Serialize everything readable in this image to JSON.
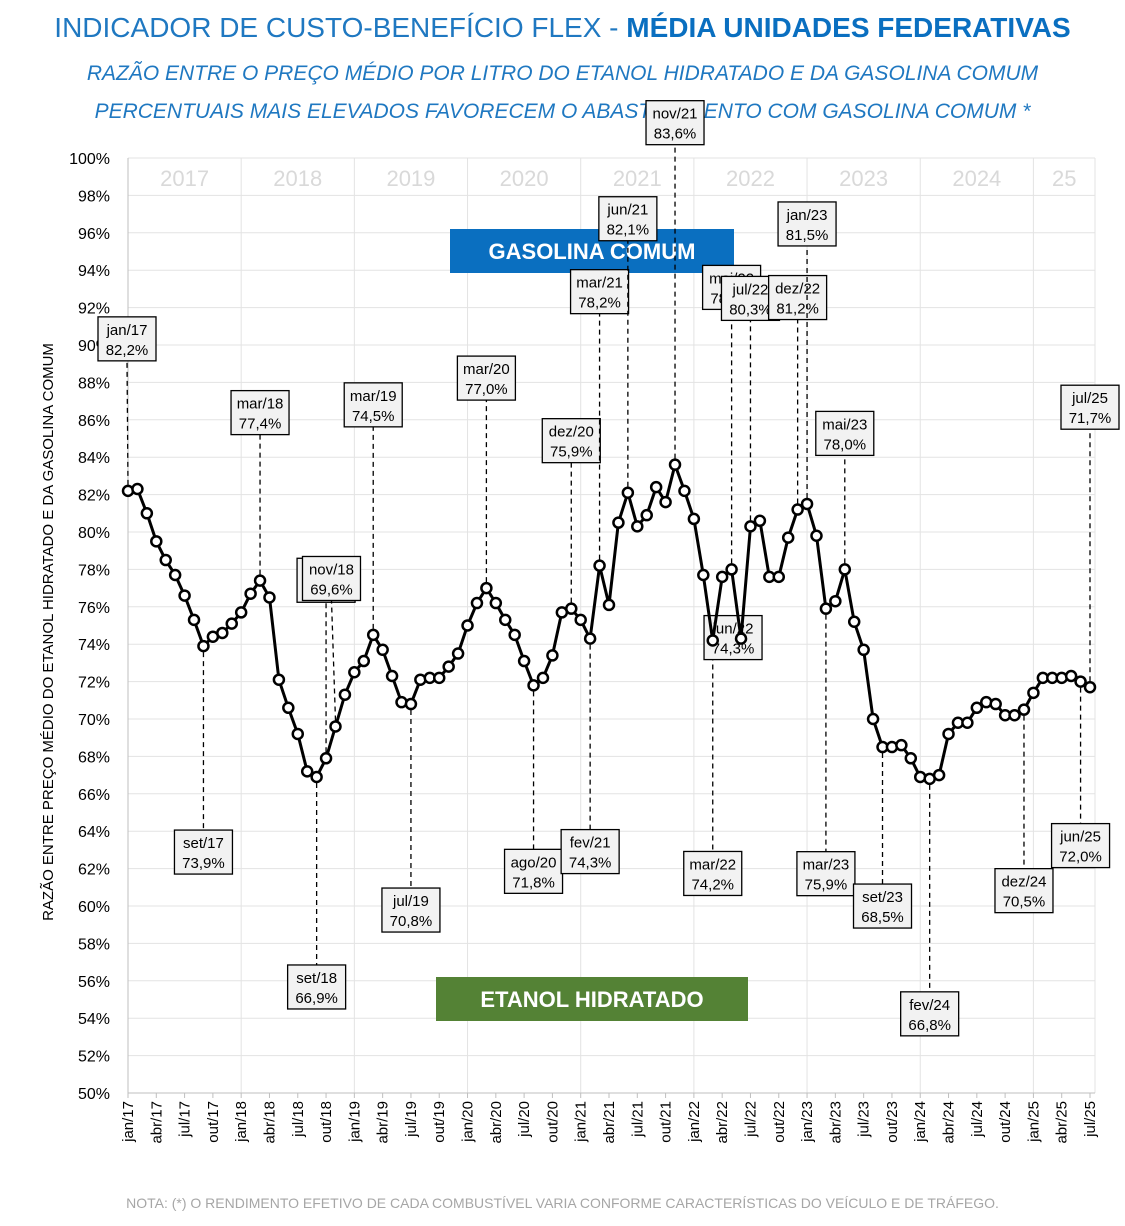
{
  "title_part1": "INDICADOR DE CUSTO-BENEFÍCIO FLEX - ",
  "title_part2": "MÉDIA UNIDADES FEDERATIVAS",
  "subtitle1": "RAZÃO ENTRE O PREÇO MÉDIO POR LITRO DO ETANOL HIDRATADO E DA GASOLINA COMUM",
  "subtitle2": "PERCENTUAIS MAIS ELEVADOS FAVORECEM O ABASTECIMENTO COM GASOLINA COMUM *",
  "note": "NOTA: (*) O RENDIMENTO EFETIVO DE CADA COMBUSTÍVEL VARIA CONFORME CARACTERÍSTICAS DO VEÍCULO E DE TRÁFEGO.",
  "colors": {
    "gasolina": "#0a6fc0",
    "etanol": "#548235",
    "line": "#000000",
    "title": "#1f78c1"
  },
  "chart_data": {
    "type": "line",
    "ylabel": "RAZÃO  ENTRE PREÇO MÉDIO DO ETANOL HIDRATADO E DA GASOLINA COMUM",
    "ylim": [
      50,
      100
    ],
    "ytick_step": 2,
    "year_labels": [
      "2017",
      "2018",
      "2019",
      "2020",
      "2021",
      "2022",
      "2023",
      "2024",
      "25"
    ],
    "zone_labels": {
      "top": "GASOLINA COMUM",
      "bottom": "ETANOL HIDRATADO"
    },
    "x_tick_labels": [
      "jan/17",
      "abr/17",
      "jul/17",
      "out/17",
      "jan/18",
      "abr/18",
      "jul/18",
      "out/18",
      "jan/19",
      "abr/19",
      "jul/19",
      "out/19",
      "jan/20",
      "abr/20",
      "jul/20",
      "out/20",
      "jan/21",
      "abr/21",
      "jul/21",
      "out/21",
      "jan/22",
      "abr/22",
      "jul/22",
      "out/22",
      "jan/23",
      "abr/23",
      "jul/23",
      "out/23",
      "jan/24",
      "abr/24",
      "jul/24",
      "out/24",
      "jan/25",
      "abr/25",
      "jul/25"
    ],
    "series": [
      {
        "values": [
          82.2,
          82.3,
          81.0,
          79.5,
          78.5,
          77.7,
          76.6,
          75.3,
          73.9,
          74.4,
          74.6,
          75.1,
          75.7,
          76.7,
          77.4,
          76.5,
          72.1,
          70.6,
          69.2,
          67.2,
          66.9,
          67.9,
          69.6,
          71.3,
          72.5,
          73.1,
          74.5,
          73.7,
          72.3,
          70.9,
          70.8,
          72.1,
          72.2,
          72.2,
          72.8,
          73.5,
          75.0,
          76.2,
          77.0,
          76.2,
          75.3,
          74.5,
          73.1,
          71.8,
          72.2,
          73.4,
          75.7,
          75.9,
          75.3,
          74.3,
          78.2,
          76.1,
          80.5,
          82.1,
          80.3,
          80.9,
          82.4,
          81.6,
          83.6,
          82.2,
          80.7,
          77.7,
          74.2,
          77.6,
          78.0,
          74.3,
          80.3,
          80.6,
          77.6,
          77.6,
          79.7,
          81.2,
          81.5,
          79.8,
          75.9,
          76.3,
          78.0,
          75.2,
          73.7,
          70.0,
          68.5,
          68.5,
          68.6,
          67.9,
          66.9,
          66.8,
          67.0,
          69.2,
          69.8,
          69.8,
          70.6,
          70.9,
          70.8,
          70.2,
          70.2,
          70.5,
          71.4,
          72.2,
          72.2,
          72.2,
          72.3,
          72.0,
          71.7
        ]
      }
    ],
    "annotations": [
      {
        "label": "jan/17",
        "value": "82,2%",
        "idx": 0
      },
      {
        "label": "set/17",
        "value": "73,9%",
        "idx": 8
      },
      {
        "label": "mar/18",
        "value": "77,4%",
        "idx": 14
      },
      {
        "label": "set/18",
        "value": "66,9%",
        "idx": 20
      },
      {
        "label": "out/18",
        "value": "67,9%",
        "idx": 21
      },
      {
        "label": "nov/18",
        "value": "69,6%",
        "idx": 22
      },
      {
        "label": "mar/19",
        "value": "74,5%",
        "idx": 26
      },
      {
        "label": "jul/19",
        "value": "70,8%",
        "idx": 30
      },
      {
        "label": "mar/20",
        "value": "77,0%",
        "idx": 38
      },
      {
        "label": "ago/20",
        "value": "71,8%",
        "idx": 43
      },
      {
        "label": "dez/20",
        "value": "75,9%",
        "idx": 47
      },
      {
        "label": "fev/21",
        "value": "74,3%",
        "idx": 49
      },
      {
        "label": "mar/21",
        "value": "78,2%",
        "idx": 50
      },
      {
        "label": "jun/21",
        "value": "82,1%",
        "idx": 53
      },
      {
        "label": "nov/21",
        "value": "83,6%",
        "idx": 58
      },
      {
        "label": "mar/22",
        "value": "74,2%",
        "idx": 62
      },
      {
        "label": "mai/22",
        "value": "78,0%",
        "idx": 64
      },
      {
        "label": "jun/22",
        "value": "74,3%",
        "idx": 65
      },
      {
        "label": "jul/22",
        "value": "80,3%",
        "idx": 66
      },
      {
        "label": "dez/22",
        "value": "81,2%",
        "idx": 71
      },
      {
        "label": "jan/23",
        "value": "81,5%",
        "idx": 72
      },
      {
        "label": "mar/23",
        "value": "75,9%",
        "idx": 74
      },
      {
        "label": "mai/23",
        "value": "78,0%",
        "idx": 76
      },
      {
        "label": "set/23",
        "value": "68,5%",
        "idx": 80
      },
      {
        "label": "fev/24",
        "value": "66,8%",
        "idx": 85
      },
      {
        "label": "dez/24",
        "value": "70,5%",
        "idx": 95
      },
      {
        "label": "jun/25",
        "value": "72,0%",
        "idx": 101
      },
      {
        "label": "jul/25",
        "value": "71,7%",
        "idx": 102
      }
    ],
    "grid": true
  }
}
